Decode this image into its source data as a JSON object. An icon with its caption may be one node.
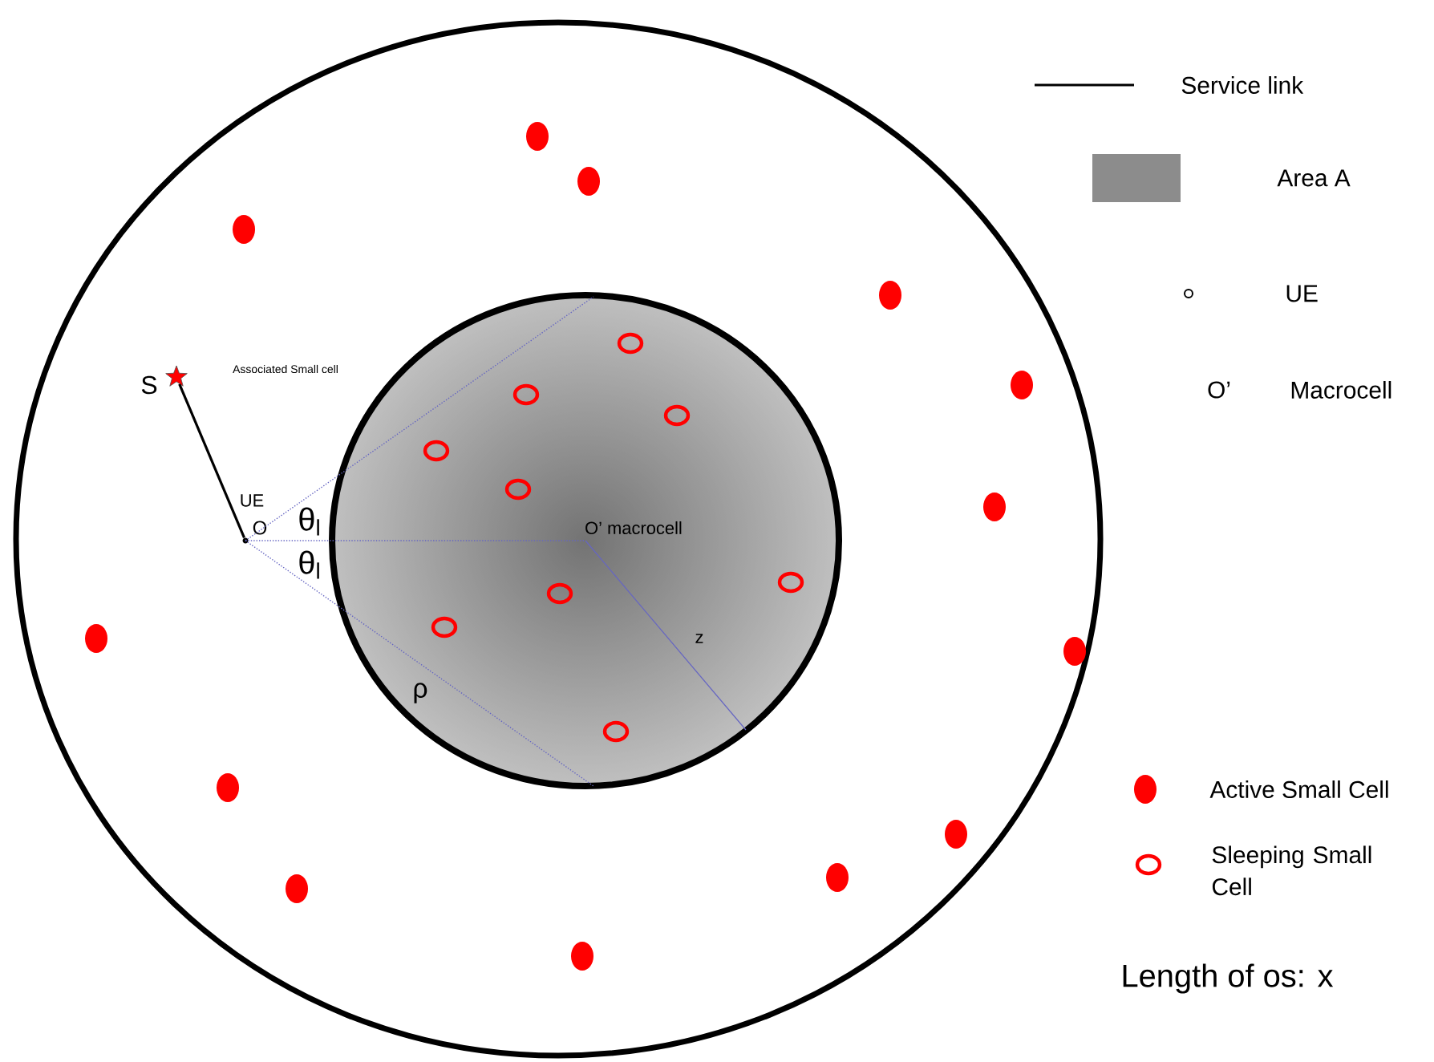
{
  "diagram": {
    "nodes": [
      {
        "text": [],
        "shape": "star",
        "beside": [
          "S"
        ]
      },
      {
        "text": [],
        "shape": "circle",
        "beside": [
          "UE",
          "O"
        ]
      },
      {
        "text": [
          "O’ macrocell"
        ]
      }
    ],
    "edges": [
      {
        "from": 1,
        "to": 0,
        "arrow": "none"
      }
    ],
    "labels": [
      "Associated Small cell",
      "θ$_{l}$",
      "θ$_{l}$",
      "z",
      "ρ",
      "O’",
      "Length of os: x"
    ],
    "legend": [
      {
        "text": "Service link"
      },
      {
        "text": "Area A",
        "color": "#8c8c8c"
      },
      {
        "text": "UE"
      },
      {
        "text": "Macrocell"
      },
      {
        "text": "Active Small Cell"
      },
      {
        "text": "Sleeping Small Cell"
      }
    ]
  }
}
